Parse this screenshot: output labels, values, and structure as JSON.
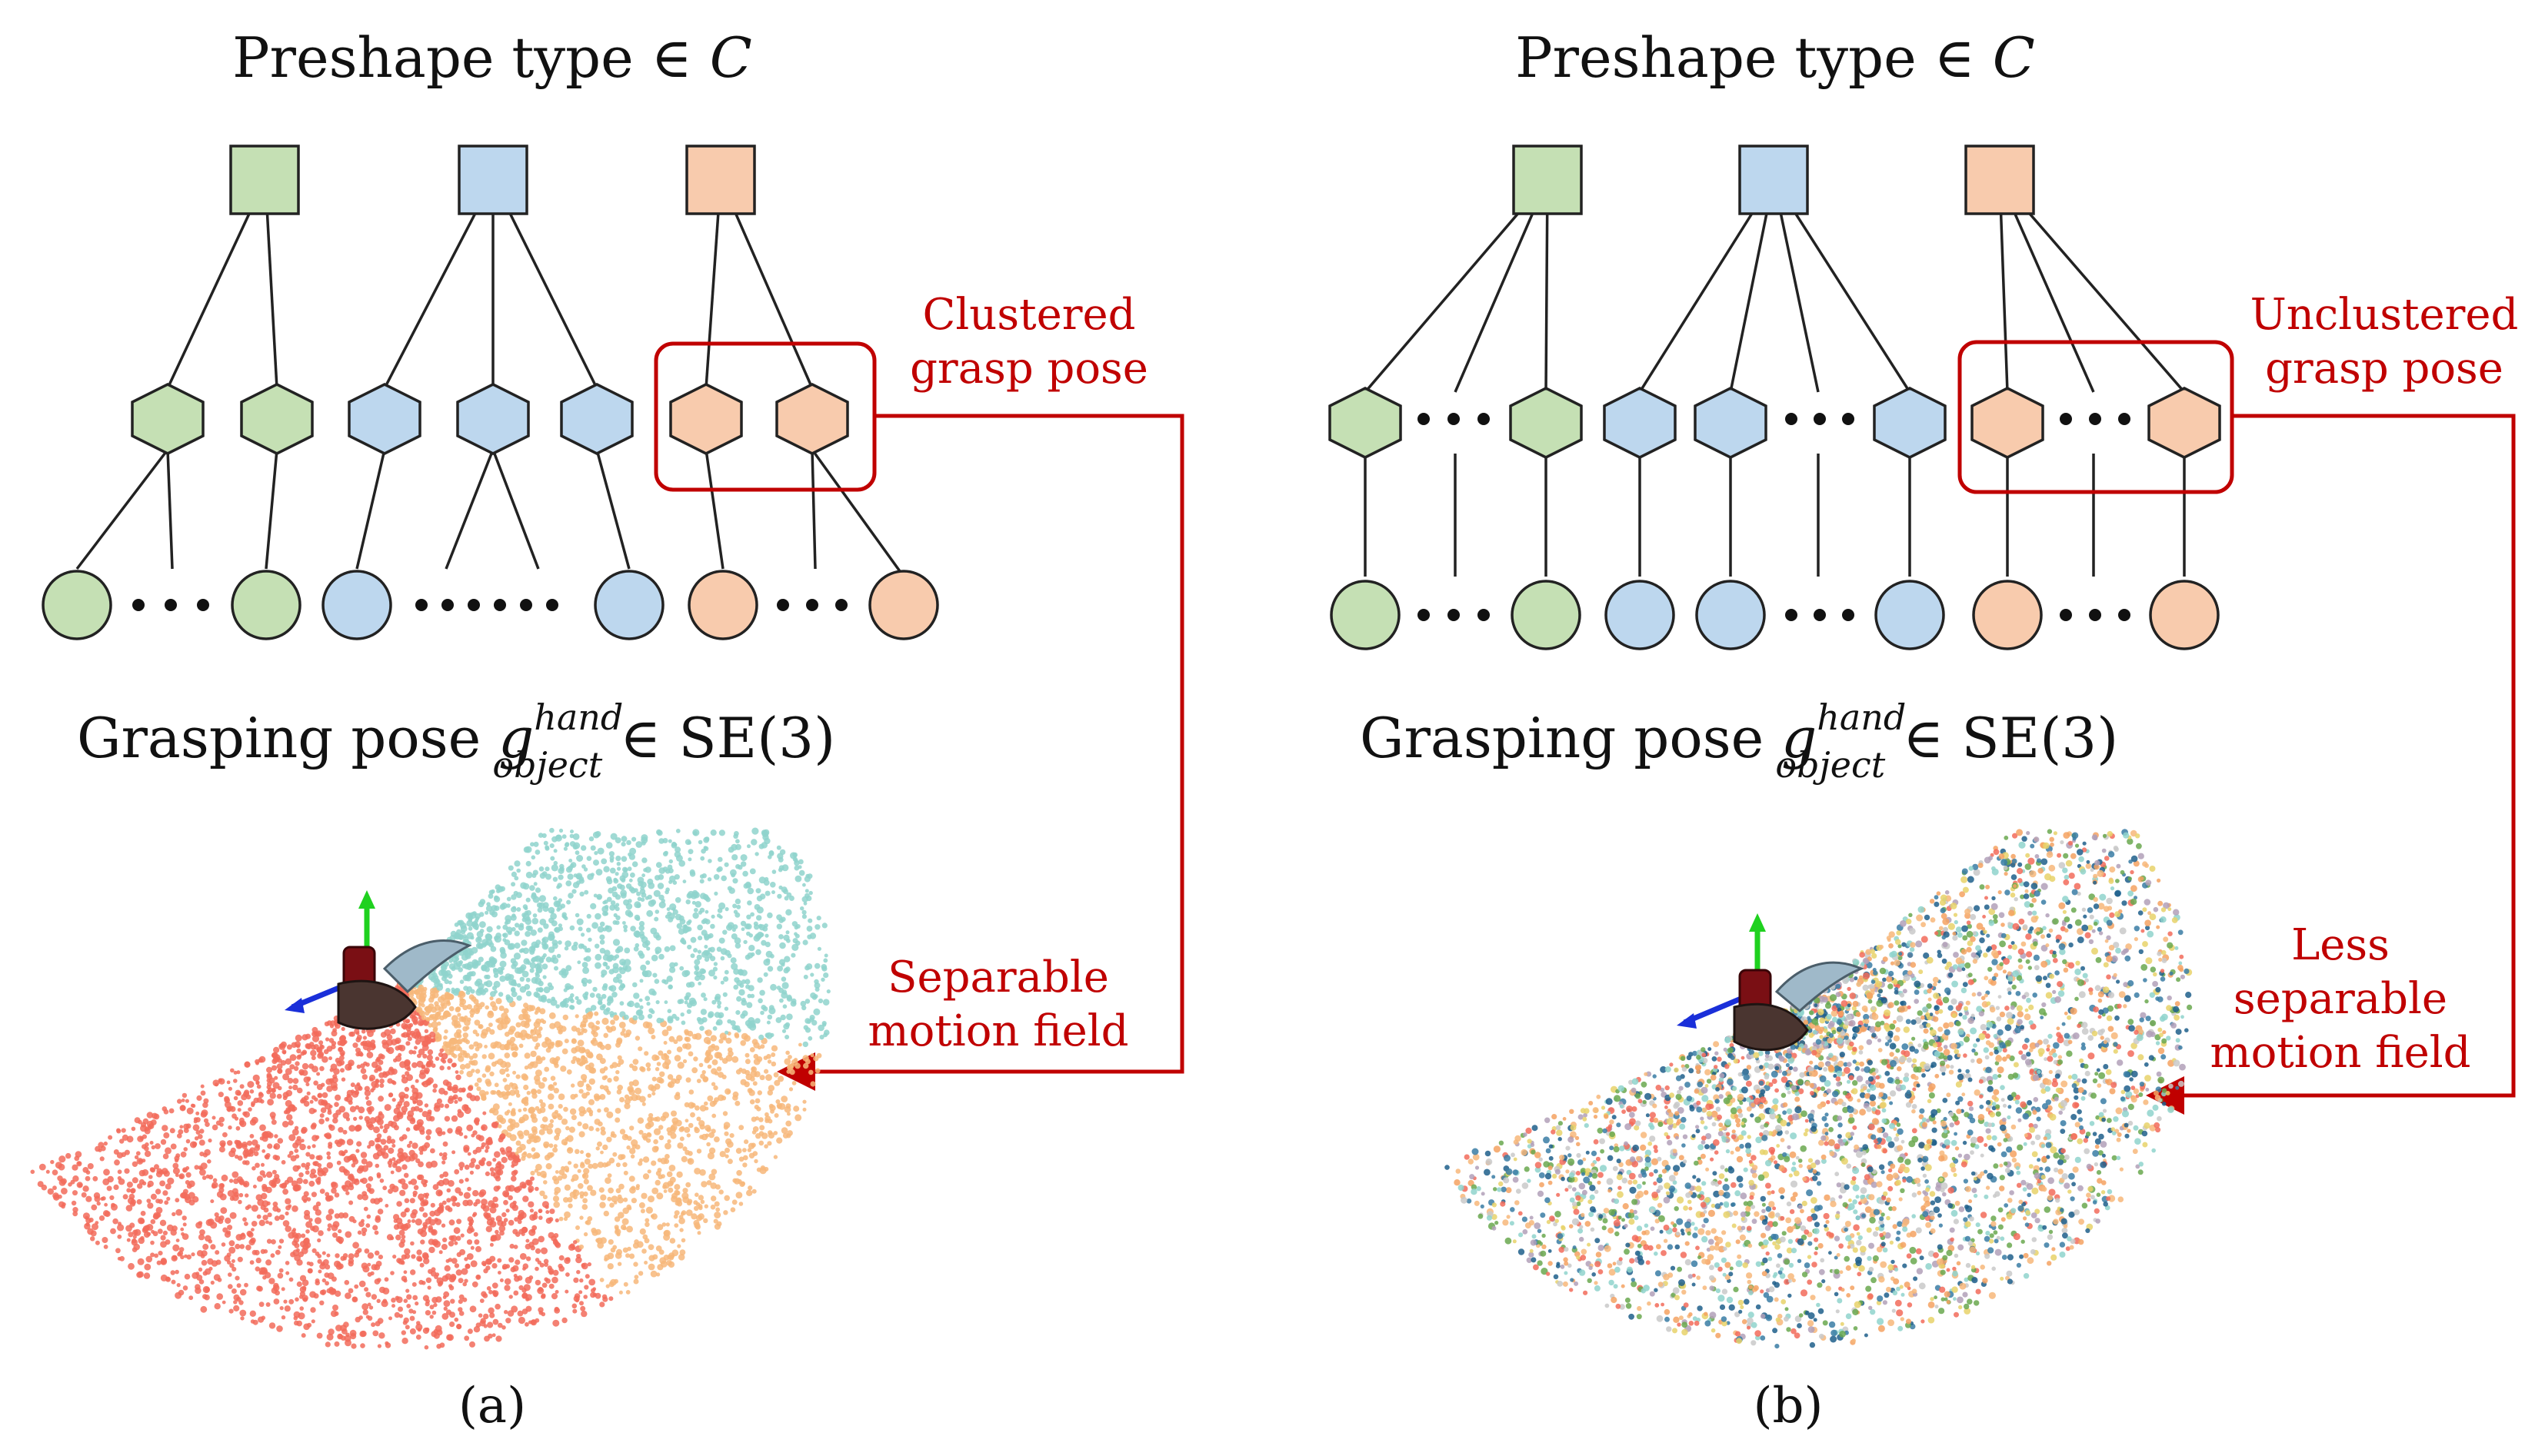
{
  "colors": {
    "green": "#c5e0b4",
    "blue": "#bdd7ee",
    "orange": "#f8cbad",
    "stroke": "#222222",
    "red": "#c00000"
  },
  "panel_a": {
    "title_prefix": "Preshape type ∈ ",
    "title_var": "C",
    "pose_prefix": "Grasping pose ",
    "pose_var": "g",
    "pose_sup": "hand",
    "pose_sub": "object",
    "pose_suffix": " ∈ SE(3)",
    "annotation_top_1": "Clustered",
    "annotation_top_2": "grasp pose",
    "annotation_bottom_1": "Separable",
    "annotation_bottom_2": "motion field",
    "caption": "(a)"
  },
  "panel_b": {
    "title_prefix": "Preshape type ∈ ",
    "title_var": "C",
    "pose_prefix": "Grasping pose ",
    "pose_var": "g",
    "pose_sup": "hand",
    "pose_sub": "object",
    "pose_suffix": " ∈ SE(3)",
    "annotation_top_1": "Unclustered",
    "annotation_top_2": "grasp pose",
    "annotation_bottom_1": "Less",
    "annotation_bottom_2": "separable",
    "annotation_bottom_3": "motion field",
    "caption": "(b)"
  }
}
